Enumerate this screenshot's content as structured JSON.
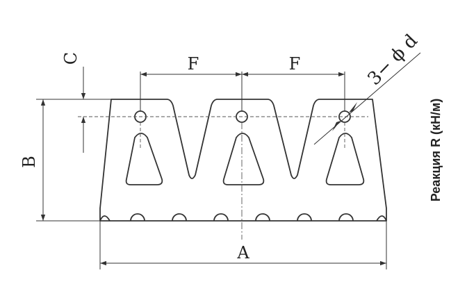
{
  "dimensions": {
    "A": "A",
    "B": "B",
    "C": "C",
    "F_left": "F",
    "F_right": "F",
    "holes": "3− ϕ d"
  },
  "side_label": "Реакция R (кН/м)",
  "colors": {
    "line": "#333333",
    "text": "#222222",
    "background": "#ffffff"
  }
}
